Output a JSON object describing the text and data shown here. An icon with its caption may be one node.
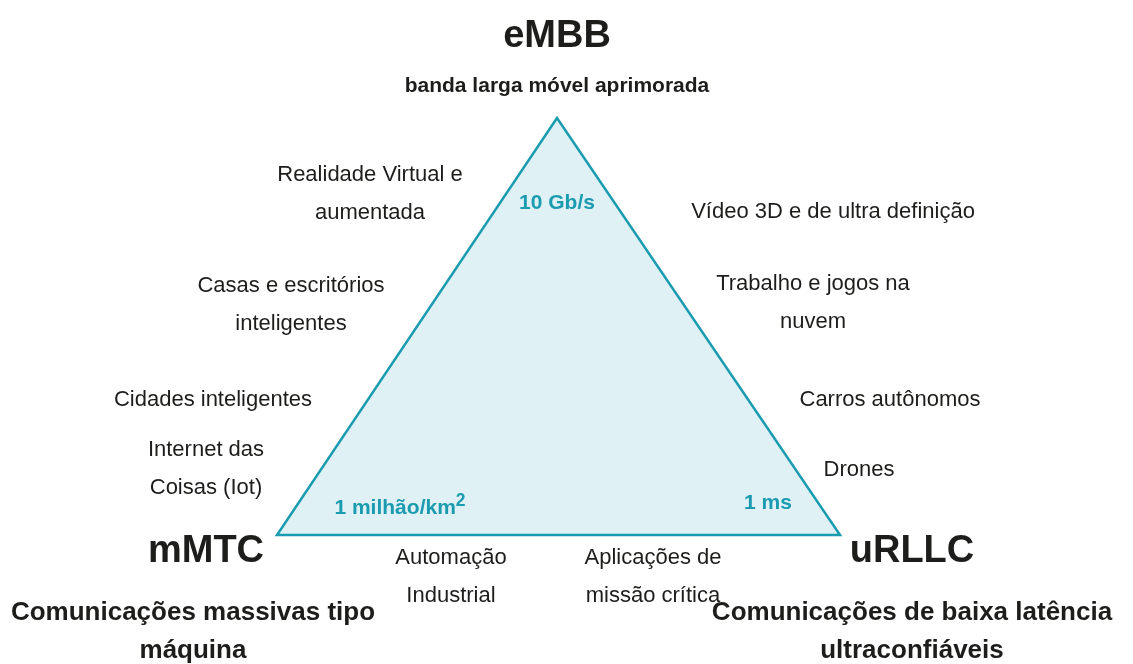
{
  "diagram": {
    "nodes": [
      {
        "text": [
          "10 Gb/s",
          "1 milhão/km$^{2}$",
          "1 ms"
        ]
      }
    ],
    "labels": [
      "eMBB",
      "banda larga móvel aprimorada",
      "Realidade Virtual e aumentada",
      "Vídeo 3D e de ultra definição",
      "Casas e escritórios inteligentes",
      "Trabalho e jogos na nuvem",
      "Cidades inteligentes",
      "Carros autônomos",
      "Internet das Coisas (Iot)",
      "Drones",
      "mMTC",
      "Automação Industrial",
      "Aplicações de missão crítica",
      "uRLLC",
      "Comunicações massivas tipo máquina",
      "Comunicações de baixa latência ultraconfiáveis"
    ]
  }
}
